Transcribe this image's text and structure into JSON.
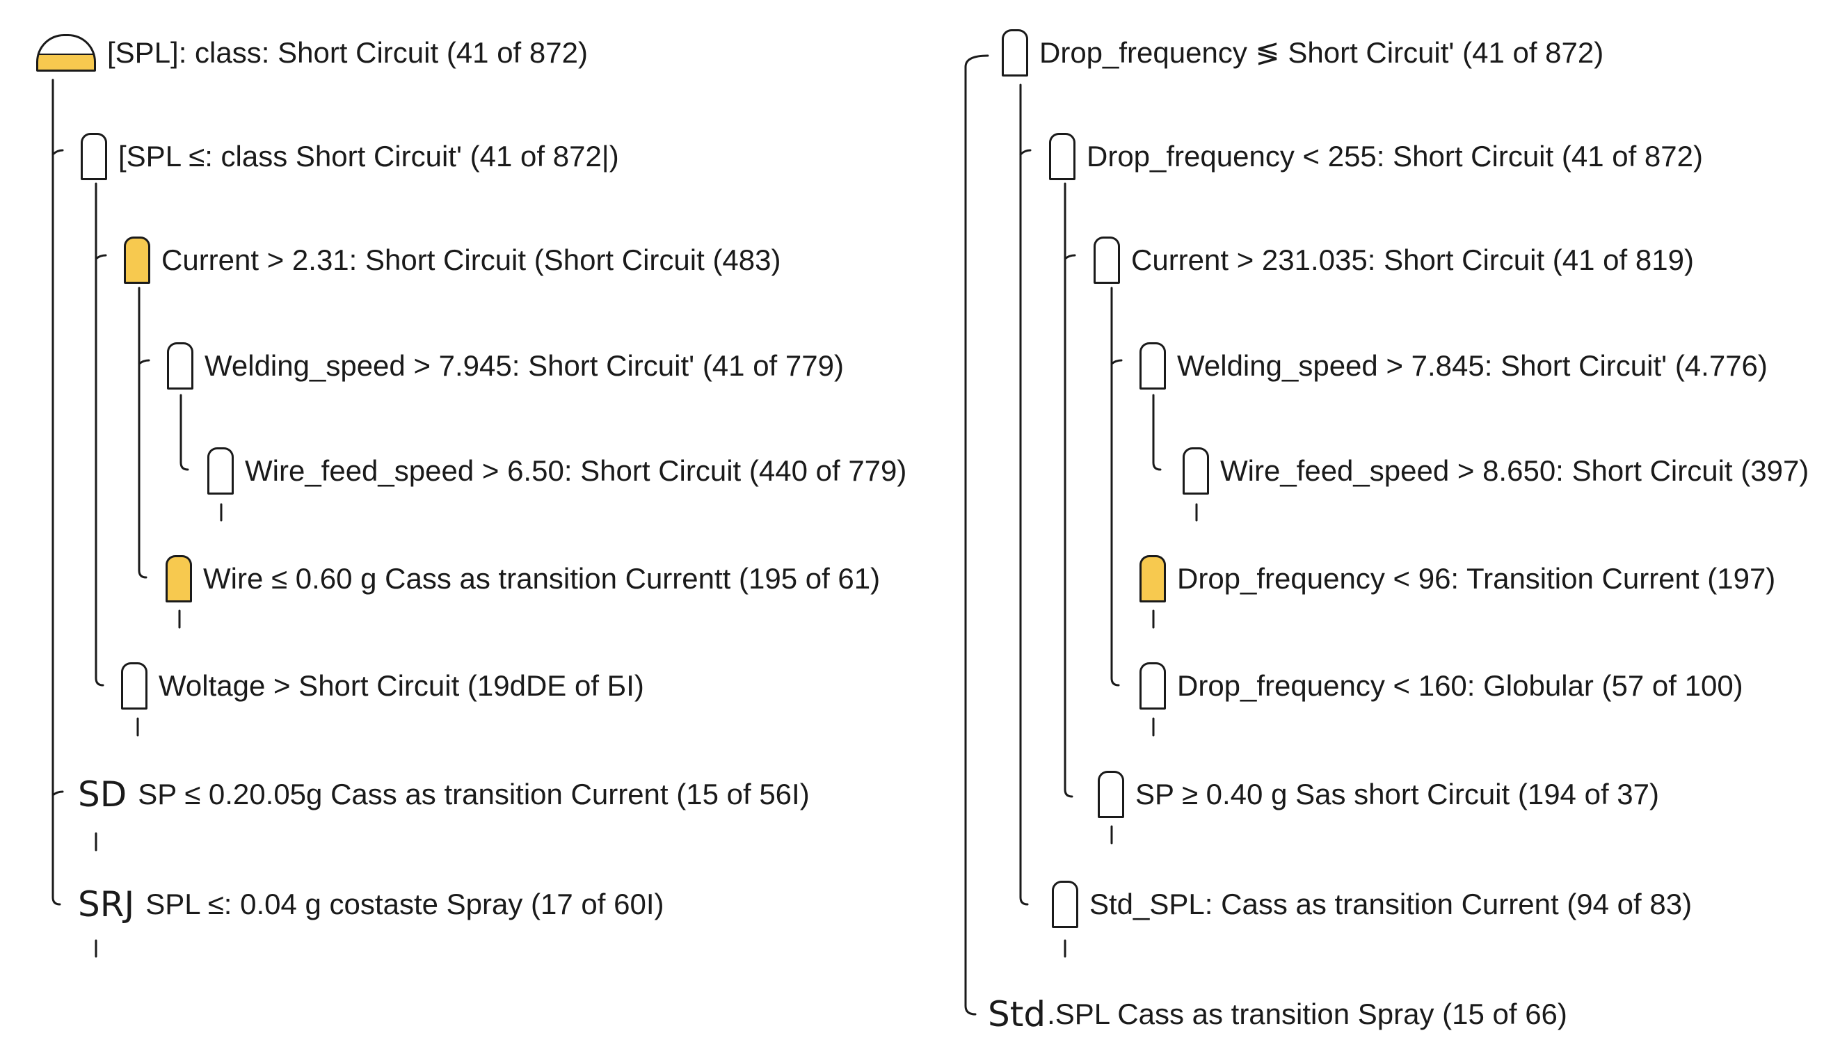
{
  "colors": {
    "accent": "#f7c94f",
    "line": "#1a1a1a",
    "background": "#ffffff"
  },
  "left_tree": {
    "nodes": [
      {
        "id": "l0",
        "icon": "root-icon",
        "label": "[SPL]: class: Short Circuit (41 of 872)"
      },
      {
        "id": "l1",
        "icon": "node-icon",
        "label": "[SPL ≤: class Short Circuit' (41 of 872|)"
      },
      {
        "id": "l2",
        "icon": "node-filled-icon",
        "label": "Current > 2.31: Short Circuit (Short Circuit (483)"
      },
      {
        "id": "l3",
        "icon": "node-icon",
        "label": "Welding_speed > 7.945: Short Circuit' (41 of 779)"
      },
      {
        "id": "l4",
        "icon": "node-icon",
        "label": "Wire_feed_speed > 6.50: Short Circuit (440 of 779)"
      },
      {
        "id": "l5",
        "icon": "node-filled-icon",
        "label": "Wire ≤ 0.60 g Cass as transition Currentt (195 of 61)"
      },
      {
        "id": "l6",
        "icon": "node-icon",
        "label": "Woltage > Short Circuit (19dDE of БI)"
      },
      {
        "id": "l7",
        "glyph": "SD",
        "label": "SP ≤ 0.20.05g Cass as transition Current (15 of 56I)"
      },
      {
        "id": "l8",
        "glyph": "SRJ",
        "label": "SPL ≤: 0.04 g costaste Spray (17 of 60I)"
      }
    ]
  },
  "right_tree": {
    "nodes": [
      {
        "id": "r0",
        "icon": "node-icon",
        "label": "Drop_frequency ≶ Short Circuit' (41 of 872)"
      },
      {
        "id": "r1",
        "icon": "node-icon",
        "label": "Drop_frequency < 255: Short Circuit (41 of 872)"
      },
      {
        "id": "r2",
        "icon": "node-icon",
        "label": "Current > 231.035: Short Circuit (41 of 819)"
      },
      {
        "id": "r3",
        "icon": "node-icon",
        "label": "Welding_speed > 7.845: Short Circuit' (4.776)"
      },
      {
        "id": "r4",
        "icon": "node-icon",
        "label": "Wire_feed_speed > 8.650: Short Circuit (397)"
      },
      {
        "id": "r5",
        "icon": "node-filled-icon",
        "label": "Drop_frequency < 96: Transition Current (197)"
      },
      {
        "id": "r6",
        "icon": "node-icon",
        "label": "Drop_frequency < 160: Globular (57 of 100)"
      },
      {
        "id": "r7",
        "icon": "node-icon",
        "label": "SP ≥ 0.40 g Sas short Circuit (194 of 37)"
      },
      {
        "id": "r8",
        "icon": "node-icon",
        "label": "Std_SPL: Cass as transition Current (94 of 83)"
      },
      {
        "id": "r9",
        "glyph": "Std",
        "label": ".SPL Cass as transition Spray (15 of 66)"
      }
    ]
  }
}
